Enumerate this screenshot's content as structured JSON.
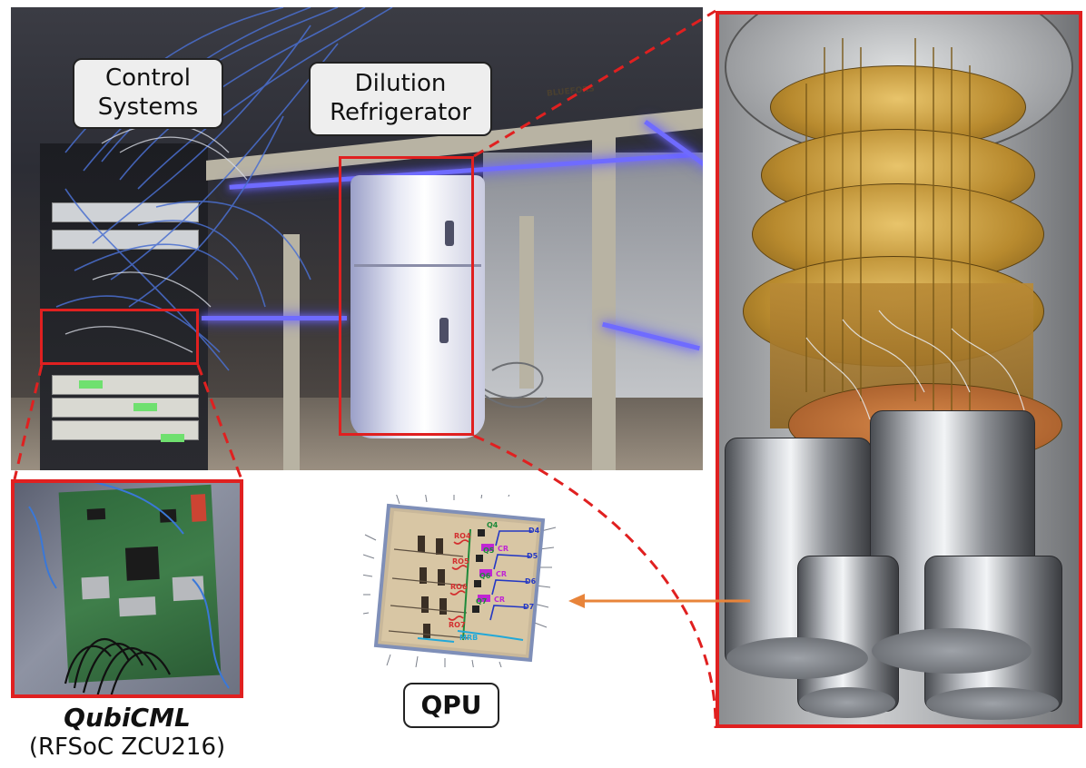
{
  "labels": {
    "control_systems": "Control\nSystems",
    "dilution_refrigerator": "Dilution\nRefrigerator",
    "qubicml_title": "QubiCML",
    "qubicml_subtitle": "(RFSoC ZCU216)",
    "qpu": "QPU"
  },
  "photo_text": {
    "bluefors_logo": "BLUEFORS"
  },
  "qpu_chip_labels": {
    "qubits": [
      "Q4",
      "Q5",
      "Q6",
      "Q7"
    ],
    "readouts": [
      "RO4",
      "RO5",
      "RO6",
      "RO7"
    ],
    "drives": [
      "D4",
      "D5",
      "D6",
      "D7"
    ],
    "couplers": [
      "CR",
      "CR",
      "CR"
    ],
    "resonator": "MRB"
  },
  "colors": {
    "highlight_red": "#e02020",
    "arrow_orange": "#e8843a",
    "chip_green": "#1e8a3a",
    "chip_red": "#d32f2f",
    "chip_blue": "#2438c4",
    "chip_magenta": "#c026d3",
    "chip_cyan": "#22a8d8"
  },
  "icons": {
    "arrow": "arrow-left-icon"
  }
}
